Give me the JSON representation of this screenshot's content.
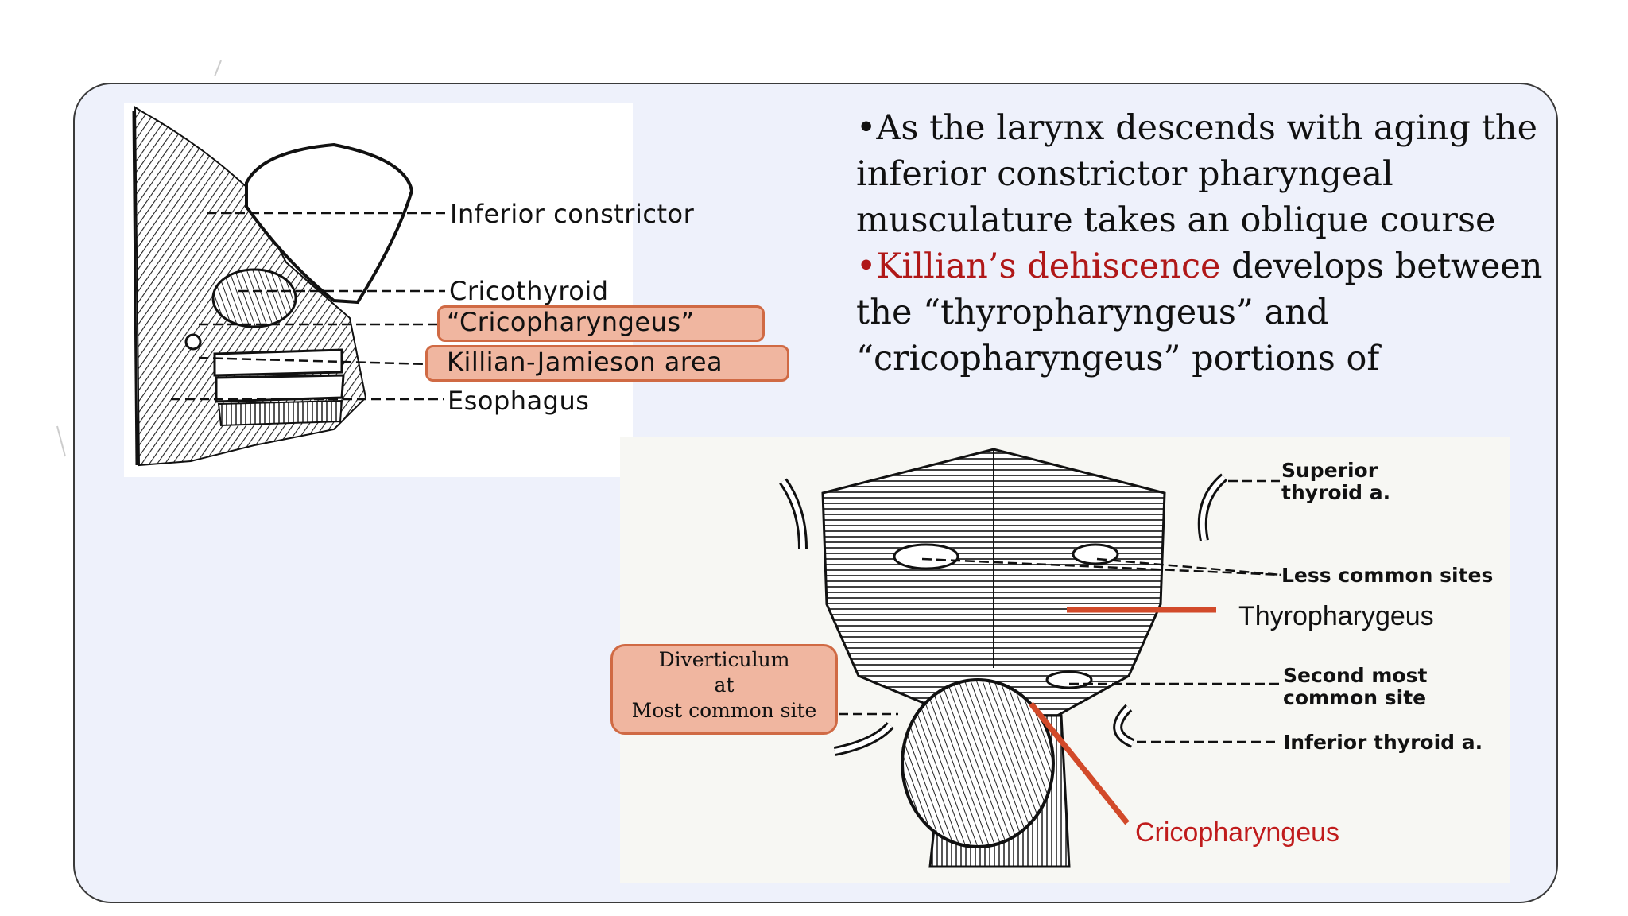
{
  "figure_top": {
    "labels": {
      "inferior_constrictor": "Inferior constrictor",
      "cricothyroid": "Cricothyroid",
      "cricopharyngeus_quoted": "“Cricopharyngeus”",
      "killian_jamieson": "Killian-Jamieson area",
      "esophagus": "Esophagus"
    }
  },
  "text": {
    "bullet_marker": "•",
    "bullet1": "As the larynx descends with aging the inferior constrictor pharyngeal musculature takes an oblique course",
    "bullet2_highlight": "Killian’s dehiscence",
    "bullet2_rest": " develops between the “thyropharyngeus” and “cricopharyngeus” portions of"
  },
  "figure_bottom": {
    "labels": {
      "superior_thyroid_line1": "Superior",
      "superior_thyroid_line2": "thyroid a.",
      "less_common_sites": "Less common sites",
      "thyropharygeus": "Thyropharygeus",
      "second_most_line1": "Second most",
      "second_most_line2": "common site",
      "inferior_thyroid": "Inferior thyroid a.",
      "diverticulum_line1": "Diverticulum",
      "diverticulum_line2": "at",
      "diverticulum_line3": "Most common site",
      "cricopharyngeus": "Cricopharyngeus"
    }
  },
  "colors": {
    "highlight_red": "#b01818",
    "callout_fill": "#f0b6a0",
    "callout_border": "#d06a44",
    "pointer_line": "#d24a2a"
  }
}
